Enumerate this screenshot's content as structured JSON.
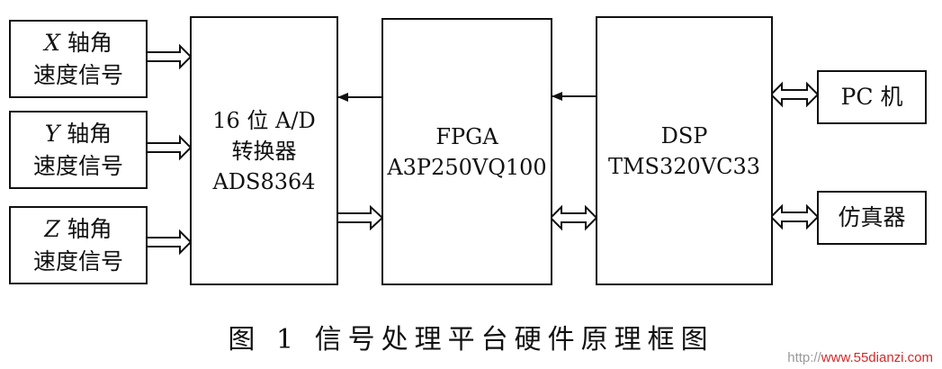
{
  "inputs": [
    {
      "axis": "X",
      "line1_rest": " 轴角",
      "line2": "速度信号"
    },
    {
      "axis": "Y",
      "line1_rest": " 轴角",
      "line2": "速度信号"
    },
    {
      "axis": "Z",
      "line1_rest": " 轴角",
      "line2": "速度信号"
    }
  ],
  "adc": {
    "line1": "16 位 A/D",
    "line2": "转换器",
    "line3": "ADS8364"
  },
  "fpga": {
    "line1": "FPGA",
    "line2": "A3P250VQ100"
  },
  "dsp": {
    "line1": "DSP",
    "line2": "TMS320VC33"
  },
  "pc": {
    "label": "PC 机"
  },
  "emulator": {
    "label": "仿真器"
  },
  "caption": "图 1   信号处理平台硬件原理框图",
  "watermark": {
    "prefix": "http://",
    "url": "www.55dianzi.com"
  },
  "colors": {
    "ink": "#111111",
    "watermark": "#d22a2a"
  }
}
